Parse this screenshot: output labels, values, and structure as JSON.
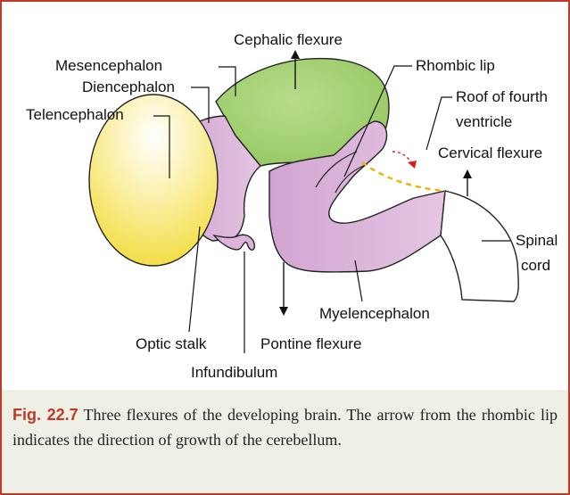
{
  "figure": {
    "labels": {
      "cephalic_flexure": "Cephalic flexure",
      "mesencephalon": "Mesencephalon",
      "diencephalon": "Diencephalon",
      "telencephalon": "Telencephalon",
      "rhombic_lip": "Rhombic lip",
      "roof_line1": "Roof of fourth",
      "roof_line2": "ventricle",
      "cervical_flexure": "Cervical flexure",
      "spinal": "Spinal",
      "cord": "cord",
      "myelencephalon": "Myelencephalon",
      "optic_stalk": "Optic stalk",
      "pontine_flexure": "Pontine flexure",
      "infundibulum": "Infundibulum"
    },
    "colors": {
      "telencephalon_fill": "#f2dc3a",
      "mesencephalon_fill": "#9fce6c",
      "purple_fill": "#dcb4da",
      "roof_dash": "#f0b500",
      "growth_arrow": "#d62020",
      "frame_border": "#c0392b"
    }
  },
  "caption": {
    "fig_number": "Fig. 22.7",
    "text": " Three flexures of the developing brain. The arrow from the rhombic lip indicates the direction of growth of the cerebellum."
  }
}
